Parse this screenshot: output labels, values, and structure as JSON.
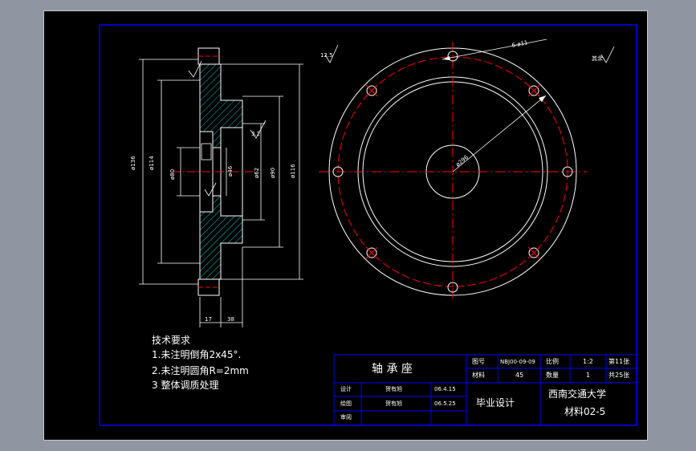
{
  "drawing": {
    "technical_requirements": {
      "title": "技术要求",
      "items": [
        "1.未注明倒角2x45°.",
        "2.未注明圆角R=2mm",
        "3 整体调质处理"
      ]
    },
    "dims": {
      "left_height_1": "ø136",
      "left_height_2": "ø114",
      "left_height_3": "ø80",
      "right_height_1": "ø90",
      "right_height_2": "ø62",
      "right_height_3": "ø116",
      "inner_dia": "ø46",
      "width_17": "17",
      "width_38": "38",
      "plate_dia": "ø296",
      "bolt_hole": "6-ø11",
      "roughness_main": "12.5",
      "roughness_left": "3.2",
      "roughness_note": "其余"
    },
    "colors": {
      "sheet": "#000000",
      "border": "#0000ff",
      "outline": "#ffffff",
      "center_line": "#ff0000",
      "hatch": "#00c8c8"
    }
  },
  "title_block": {
    "part_name": "轴 承 座",
    "drawing_no_label": "图号",
    "drawing_no": "NBJ00-09-09",
    "scale_label": "比例",
    "scale": "1:2",
    "sheet_no": "第11张",
    "material_label": "材料",
    "material": "45",
    "quantity_label": "数量",
    "quantity": "1",
    "total_sheets": "共25张",
    "design_label": "设计",
    "designer": "贺有旭",
    "design_date": "06.4.15",
    "check_label": "绘图",
    "checker": "贺有旭",
    "check_date": "06.5.25",
    "review_label": "审阅",
    "project": "毕业设计",
    "school": "西南交通大学",
    "class": "材料02-5"
  }
}
